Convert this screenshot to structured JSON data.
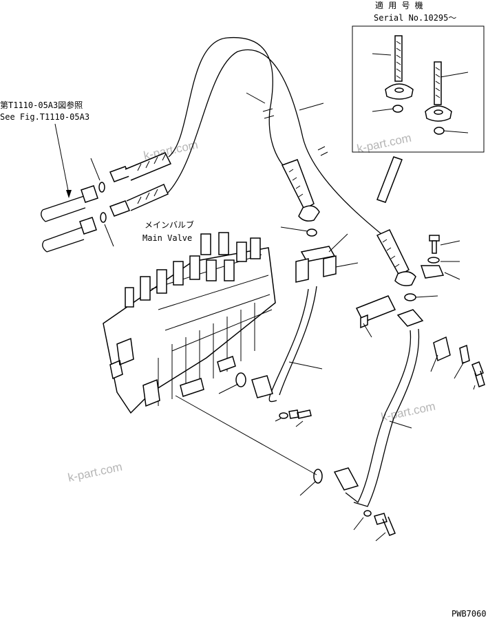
{
  "labels": {
    "serial_title": "適 用 号 機",
    "serial_number": "Serial No.10295～",
    "ref_jp": "第T1110-05A3図参照",
    "ref_en": "See Fig.T1110-05A3",
    "main_valve_jp": "メインバルブ",
    "main_valve_en": "Main Valve",
    "figure_code": "PWB7060"
  },
  "watermark": {
    "text": "k-part.com",
    "color": "#b5b5b5"
  }
}
